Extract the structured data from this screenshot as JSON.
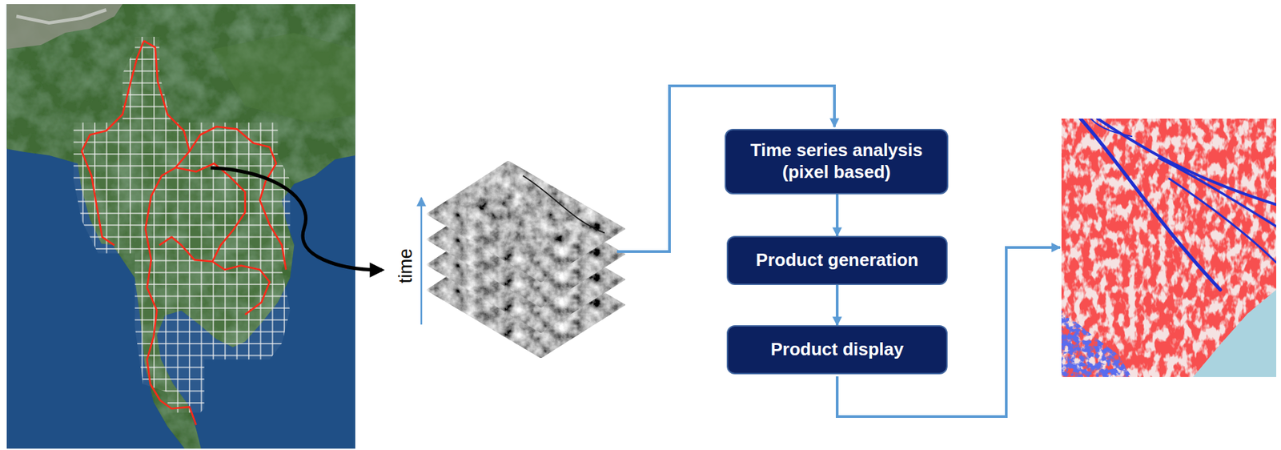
{
  "diagram": {
    "nodes": [
      {
        "text": [
          "Time series analysis (pixel based)"
        ]
      },
      {
        "text": [
          "Product generation"
        ]
      },
      {
        "text": [
          "Product display"
        ]
      }
    ],
    "edges": [
      {
        "from": 0,
        "to": 1,
        "arrow": "to"
      },
      {
        "from": 1,
        "to": 2,
        "arrow": "to"
      }
    ],
    "labels": [
      "time"
    ]
  }
}
